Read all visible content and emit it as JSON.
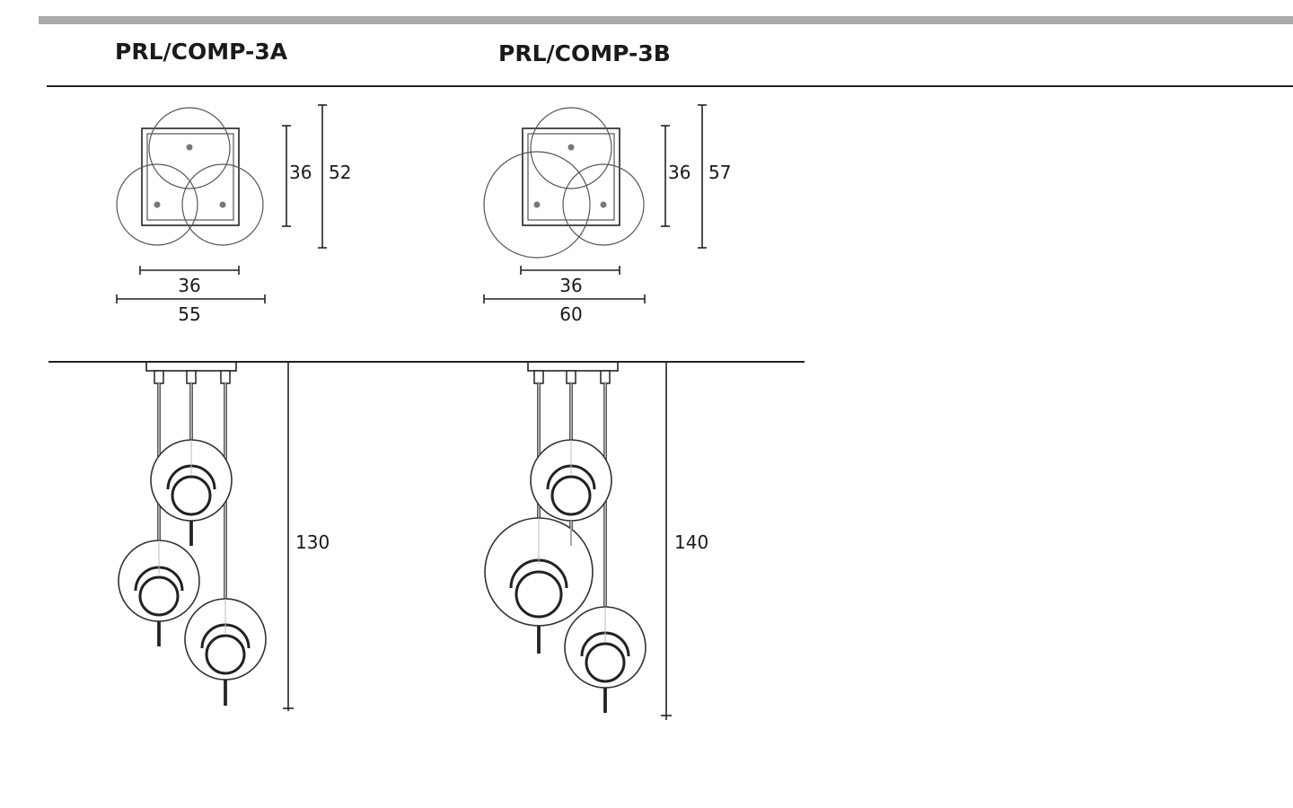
{
  "products": [
    {
      "code": "PRL/COMP-3A",
      "top_view": {
        "inner_height": "36",
        "outer_height": "52",
        "inner_width": "36",
        "outer_width": "55"
      },
      "side_view": {
        "drop_height": "130"
      }
    },
    {
      "code": "PRL/COMP-3B",
      "top_view": {
        "inner_height": "36",
        "outer_height": "57",
        "inner_width": "36",
        "outer_width": "60"
      },
      "side_view": {
        "drop_height": "140"
      }
    }
  ],
  "colors": {
    "header_bar": "#a9a9a9",
    "line": "#222222",
    "globe": "#555555"
  }
}
